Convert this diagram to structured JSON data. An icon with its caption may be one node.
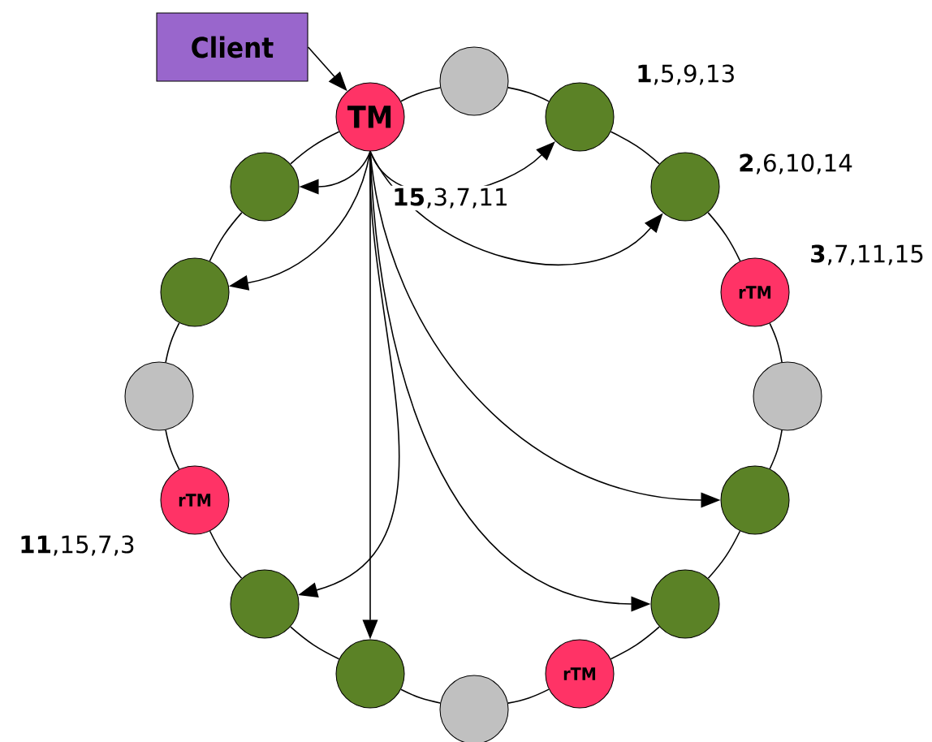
{
  "diagram": {
    "nodes": [
      {
        "text": [
          "Client"
        ]
      },
      {
        "text": [
          "TM"
        ]
      },
      {
        "text": [],
        "shape": "circle"
      },
      {
        "text": [],
        "shape": "circle"
      },
      {
        "text": [],
        "shape": "circle"
      },
      {
        "text": [
          "rTM"
        ]
      },
      {
        "text": [],
        "shape": "circle"
      },
      {
        "text": [],
        "shape": "circle"
      },
      {
        "text": [],
        "shape": "circle"
      },
      {
        "text": [
          "rTM"
        ]
      },
      {
        "text": [],
        "shape": "circle"
      },
      {
        "text": [],
        "shape": "circle"
      },
      {
        "text": [],
        "shape": "circle"
      },
      {
        "text": [
          "rTM"
        ]
      },
      {
        "text": [],
        "shape": "circle"
      },
      {
        "text": [],
        "shape": "circle"
      },
      {
        "text": [],
        "shape": "circle"
      }
    ],
    "edges": [
      {
        "from": 0,
        "to": 1,
        "arrow": "to"
      },
      {
        "from": 1,
        "to": 2,
        "arrow": "none"
      },
      {
        "from": 2,
        "to": 3,
        "arrow": "none"
      },
      {
        "from": 3,
        "to": 4,
        "arrow": "none"
      },
      {
        "from": 4,
        "to": 5,
        "arrow": "none"
      },
      {
        "from": 5,
        "to": 6,
        "arrow": "none"
      },
      {
        "from": 6,
        "to": 7,
        "arrow": "none"
      },
      {
        "from": 7,
        "to": 8,
        "arrow": "none"
      },
      {
        "from": 8,
        "to": 9,
        "arrow": "none"
      },
      {
        "from": 9,
        "to": 10,
        "arrow": "none"
      },
      {
        "from": 10,
        "to": 11,
        "arrow": "none"
      },
      {
        "from": 11,
        "to": 12,
        "arrow": "none"
      },
      {
        "from": 12,
        "to": 13,
        "arrow": "none"
      },
      {
        "from": 13,
        "to": 14,
        "arrow": "none"
      },
      {
        "from": 14,
        "to": 15,
        "arrow": "none"
      },
      {
        "from": 15,
        "to": 16,
        "arrow": "none"
      },
      {
        "from": 16,
        "to": 1,
        "arrow": "none"
      },
      {
        "from": 1,
        "to": 3,
        "arrow": "to"
      },
      {
        "from": 1,
        "to": 4,
        "arrow": "to"
      },
      {
        "from": 1,
        "to": 7,
        "arrow": "to"
      },
      {
        "from": 1,
        "to": 8,
        "arrow": "to"
      },
      {
        "from": 1,
        "to": 11,
        "arrow": "to"
      },
      {
        "from": 1,
        "to": 12,
        "arrow": "to"
      },
      {
        "from": 1,
        "to": 15,
        "arrow": "to"
      },
      {
        "from": 1,
        "to": 16,
        "arrow": "to"
      }
    ],
    "labels": [
      "**1**,5,9,13",
      "**2**,6,10,14",
      "**15**,3,7,11",
      "**3**,7,11,15",
      "**11**,15,7,3"
    ]
  }
}
